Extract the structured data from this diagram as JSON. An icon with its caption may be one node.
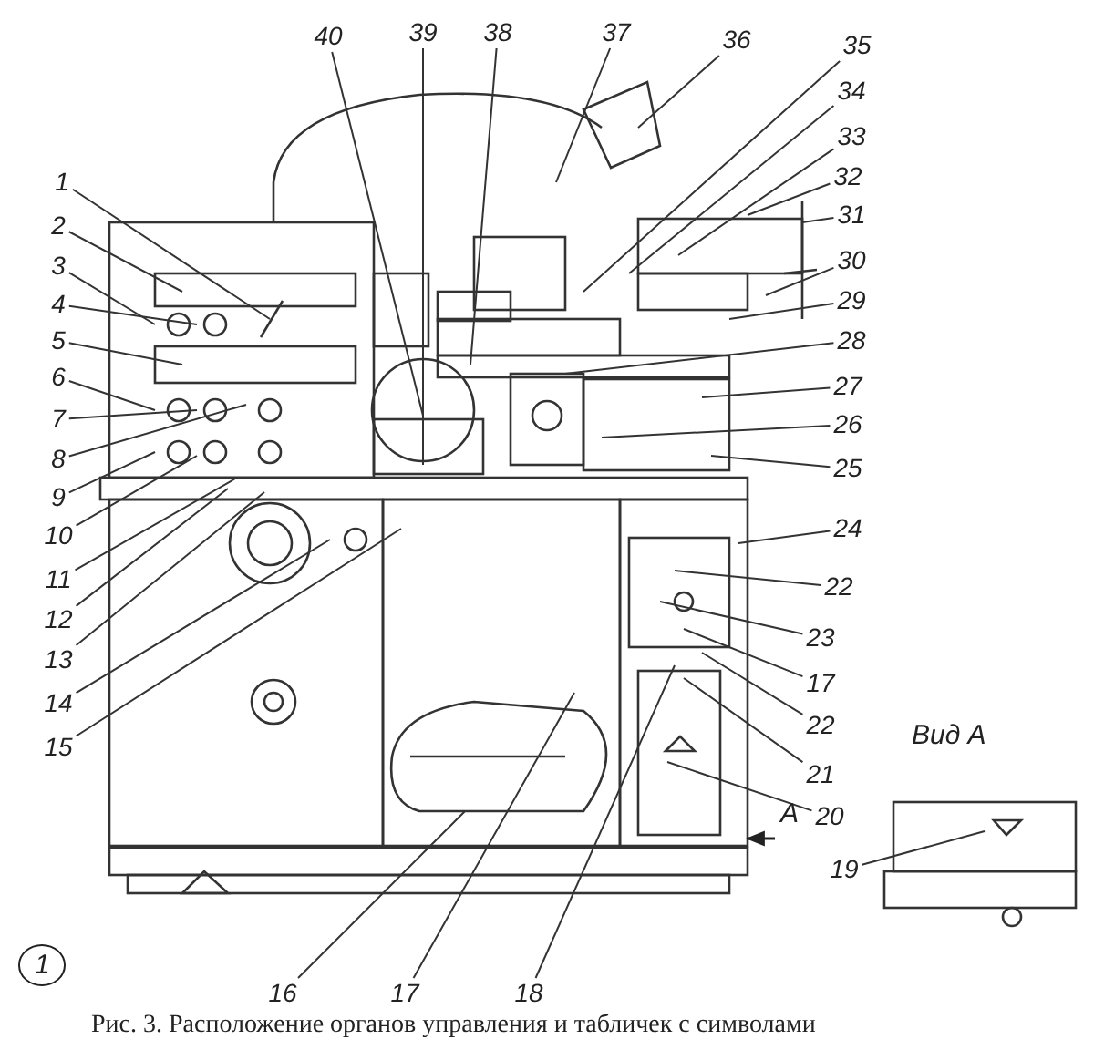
{
  "diagram": {
    "caption": "Рис. 3. Расположение органов управления и табличек с символами",
    "nodes": [
      {
        "text": [
          "1"
        ]
      },
      {
        "text": [
          "2"
        ]
      },
      {
        "text": [
          "3"
        ]
      },
      {
        "text": [
          "4"
        ]
      },
      {
        "text": [
          "5"
        ]
      },
      {
        "text": [
          "6"
        ]
      },
      {
        "text": [
          "7"
        ]
      },
      {
        "text": [
          "8"
        ]
      },
      {
        "text": [
          "9"
        ]
      },
      {
        "text": [
          "10"
        ]
      },
      {
        "text": [
          "11"
        ]
      },
      {
        "text": [
          "12"
        ]
      },
      {
        "text": [
          "13"
        ]
      },
      {
        "text": [
          "14"
        ]
      },
      {
        "text": [
          "15"
        ]
      },
      {
        "text": [
          "40"
        ]
      },
      {
        "text": [
          "39"
        ]
      },
      {
        "text": [
          "38"
        ]
      },
      {
        "text": [
          "37"
        ]
      },
      {
        "text": [
          "36"
        ]
      },
      {
        "text": [
          "35"
        ]
      },
      {
        "text": [
          "34"
        ]
      },
      {
        "text": [
          "33"
        ]
      },
      {
        "text": [
          "32"
        ]
      },
      {
        "text": [
          "31"
        ]
      },
      {
        "text": [
          "30"
        ]
      },
      {
        "text": [
          "29"
        ]
      },
      {
        "text": [
          "28"
        ]
      },
      {
        "text": [
          "27"
        ]
      },
      {
        "text": [
          "26"
        ]
      },
      {
        "text": [
          "25"
        ]
      },
      {
        "text": [
          "24"
        ]
      },
      {
        "text": [
          "22"
        ]
      },
      {
        "text": [
          "23"
        ]
      },
      {
        "text": [
          "17"
        ]
      },
      {
        "text": [
          "22"
        ]
      },
      {
        "text": [
          "21"
        ]
      },
      {
        "text": [
          "20"
        ]
      },
      {
        "text": [
          "19"
        ]
      },
      {
        "text": [
          "16"
        ]
      },
      {
        "text": [
          "17"
        ]
      },
      {
        "text": [
          "18"
        ]
      }
    ],
    "edges": [
      {
        "from": 0,
        "to": null,
        "arrow": "none"
      },
      {
        "from": 1,
        "to": null,
        "arrow": "none"
      },
      {
        "from": 2,
        "to": null,
        "arrow": "none"
      },
      {
        "from": 3,
        "to": null,
        "arrow": "none"
      },
      {
        "from": 4,
        "to": null,
        "arrow": "none"
      },
      {
        "from": 5,
        "to": null,
        "arrow": "none"
      },
      {
        "from": 6,
        "to": null,
        "arrow": "none"
      },
      {
        "from": 7,
        "to": null,
        "arrow": "none"
      },
      {
        "from": 8,
        "to": null,
        "arrow": "none"
      },
      {
        "from": 9,
        "to": null,
        "arrow": "none"
      },
      {
        "from": 10,
        "to": null,
        "arrow": "none"
      },
      {
        "from": 11,
        "to": null,
        "arrow": "none"
      },
      {
        "from": 12,
        "to": null,
        "arrow": "none"
      },
      {
        "from": 13,
        "to": null,
        "arrow": "none"
      },
      {
        "from": 14,
        "to": null,
        "arrow": "none"
      },
      {
        "from": 15,
        "to": null,
        "arrow": "none"
      },
      {
        "from": 16,
        "to": null,
        "arrow": "none"
      },
      {
        "from": 17,
        "to": null,
        "arrow": "none"
      },
      {
        "from": 18,
        "to": null,
        "arrow": "none"
      },
      {
        "from": 19,
        "to": null,
        "arrow": "none"
      },
      {
        "from": 20,
        "to": null,
        "arrow": "none"
      },
      {
        "from": 21,
        "to": null,
        "arrow": "none"
      },
      {
        "from": 22,
        "to": null,
        "arrow": "none"
      },
      {
        "from": 23,
        "to": null,
        "arrow": "none"
      },
      {
        "from": 24,
        "to": null,
        "arrow": "none"
      },
      {
        "from": 25,
        "to": null,
        "arrow": "none"
      },
      {
        "from": 26,
        "to": null,
        "arrow": "none"
      },
      {
        "from": 27,
        "to": null,
        "arrow": "none"
      },
      {
        "from": 28,
        "to": null,
        "arrow": "none"
      },
      {
        "from": 29,
        "to": null,
        "arrow": "none"
      },
      {
        "from": 30,
        "to": null,
        "arrow": "none"
      },
      {
        "from": 31,
        "to": null,
        "arrow": "none"
      },
      {
        "from": 32,
        "to": null,
        "arrow": "none"
      },
      {
        "from": 33,
        "to": null,
        "arrow": "none"
      },
      {
        "from": 34,
        "to": null,
        "arrow": "none"
      },
      {
        "from": 35,
        "to": null,
        "arrow": "none"
      },
      {
        "from": 36,
        "to": null,
        "arrow": "none"
      },
      {
        "from": 37,
        "to": null,
        "arrow": "none"
      },
      {
        "from": 38,
        "to": null,
        "arrow": "none"
      },
      {
        "from": 39,
        "to": null,
        "arrow": "none"
      },
      {
        "from": 40,
        "to": null,
        "arrow": "none"
      },
      {
        "from": 41,
        "to": null,
        "arrow": "none"
      }
    ],
    "labels": [
      "Вид А",
      "А",
      "1"
    ]
  }
}
